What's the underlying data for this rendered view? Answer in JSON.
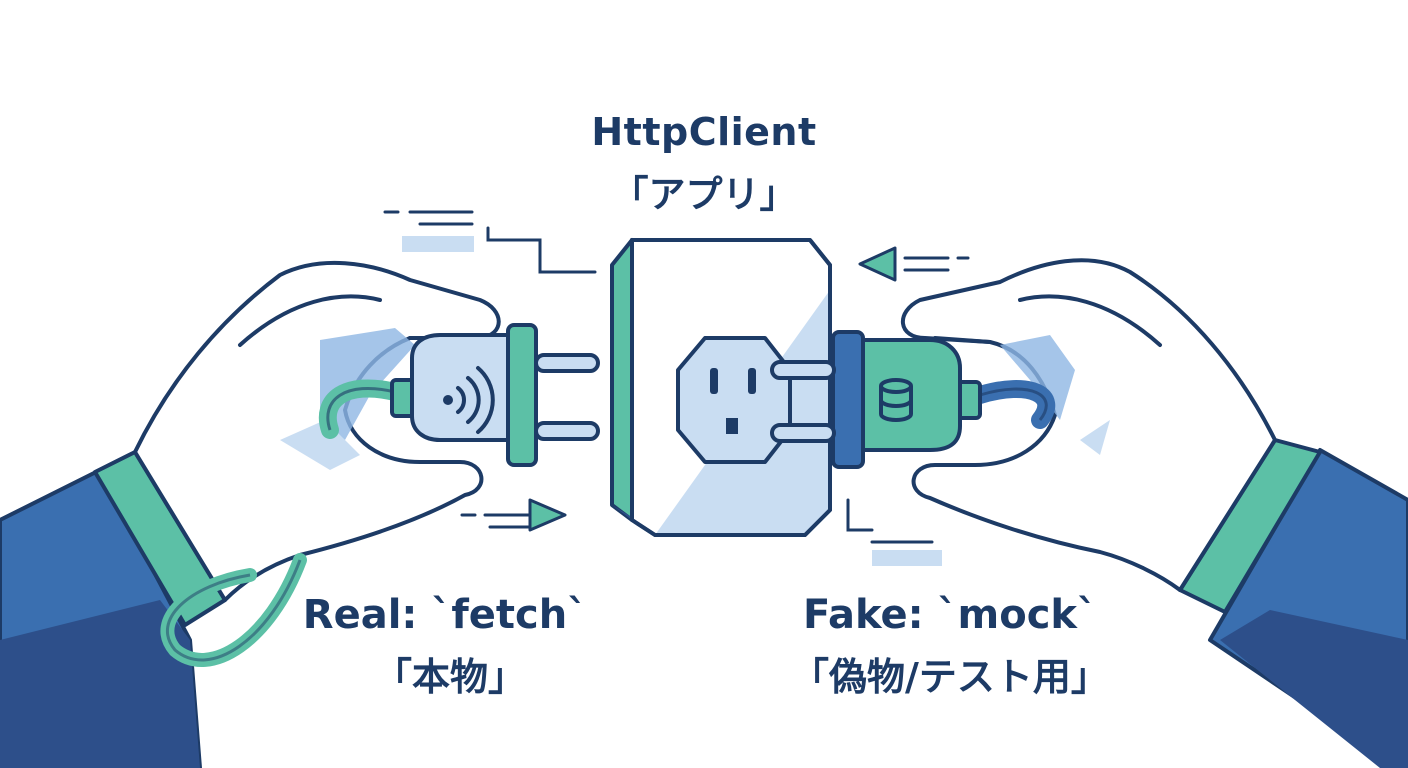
{
  "labels": {
    "center_title": "HttpClient",
    "center_subtitle": "「アプリ」",
    "real_title": "Real: `fetch`",
    "real_subtitle": "「本物」",
    "fake_title": "Fake: `mock`",
    "fake_subtitle": "「偽物/テスト用」"
  },
  "icons": {
    "real_plug": "wifi-signal-icon",
    "fake_plug": "database-icon",
    "socket": "power-outlet-icon"
  },
  "colors": {
    "outline": "#1d3b66",
    "teal": "#5cc0a6",
    "light_blue": "#c9ddf2",
    "mid_blue": "#8fb6e3",
    "sleeve": "#3a6fb0",
    "sleeve_dark": "#2d4f8a"
  }
}
